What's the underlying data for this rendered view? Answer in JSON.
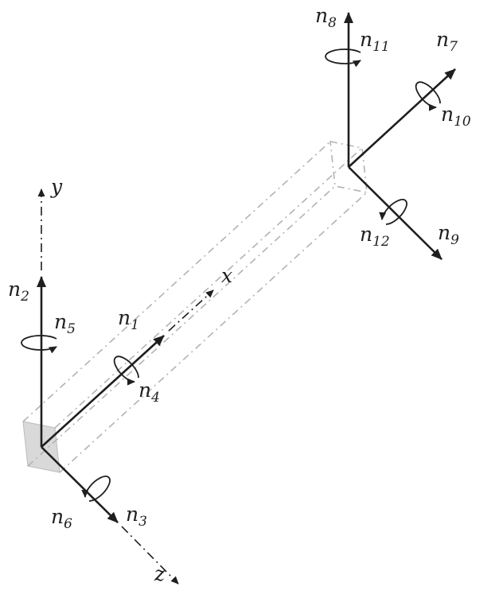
{
  "figure": {
    "colors": {
      "background": "#ffffff",
      "ink": "#1f1f1f",
      "beam-edge": "#b3b3b3",
      "face-fill": "#d9d9d9",
      "face-stroke": "#c2c2c2"
    },
    "axes": {
      "x": "x",
      "y": "y",
      "z": "z"
    },
    "dofs": {
      "n1": {
        "base": "n",
        "sub": "1"
      },
      "n2": {
        "base": "n",
        "sub": "2"
      },
      "n3": {
        "base": "n",
        "sub": "3"
      },
      "n4": {
        "base": "n",
        "sub": "4"
      },
      "n5": {
        "base": "n",
        "sub": "5"
      },
      "n6": {
        "base": "n",
        "sub": "6"
      },
      "n7": {
        "base": "n",
        "sub": "7"
      },
      "n8": {
        "base": "n",
        "sub": "8"
      },
      "n9": {
        "base": "n",
        "sub": "9"
      },
      "n10": {
        "base": "n",
        "sub": "10"
      },
      "n11": {
        "base": "n",
        "sub": "11"
      },
      "n12": {
        "base": "n",
        "sub": "12"
      }
    }
  }
}
